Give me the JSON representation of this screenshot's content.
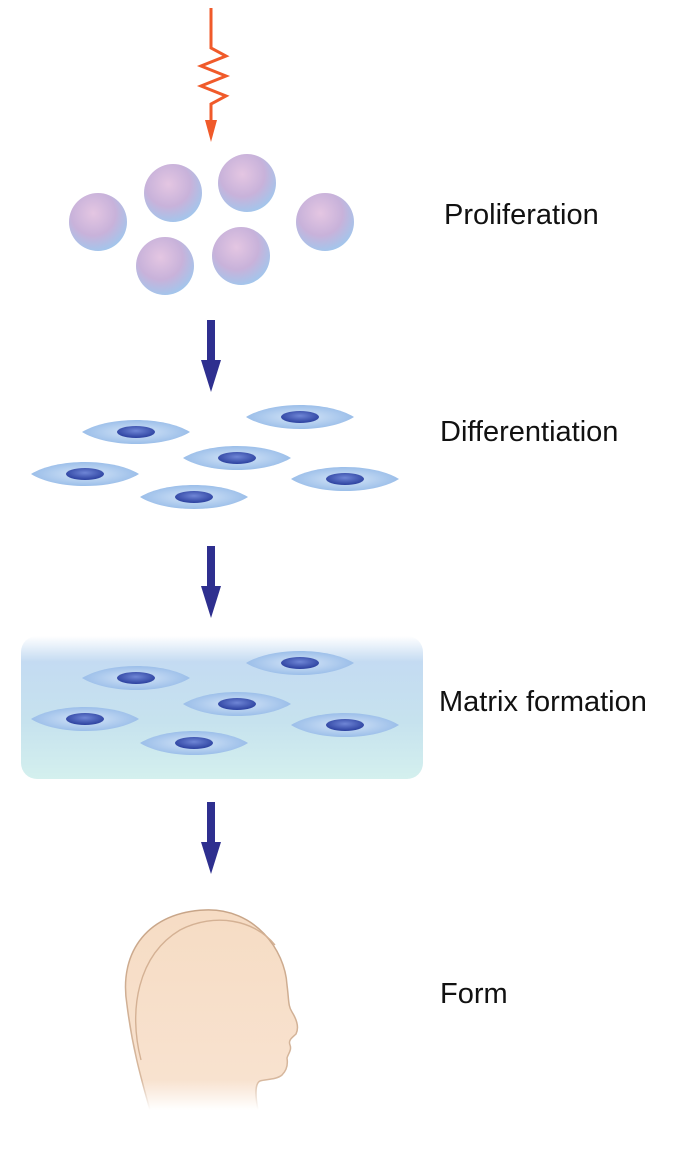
{
  "stages": [
    {
      "label": "Proliferation"
    },
    {
      "label": "Differentiation"
    },
    {
      "label": "Matrix formation"
    },
    {
      "label": "Form"
    }
  ],
  "colors": {
    "stimulus_arrow": "#f05a2a",
    "step_arrow": "#2e2f8f",
    "cell_outer": "#a8c8ee",
    "cell_nucleus": "#2e48b0",
    "sphere_top": "#d6b0d6",
    "sphere_bottom": "#9cc6ec",
    "matrix_top": "#b9d3ef",
    "matrix_bottom": "#cfeef0",
    "head_fill": "#f8dfc8",
    "head_stroke": "#c8a588"
  },
  "icons": [
    "lightning-arrow-icon",
    "down-arrow-icon",
    "sphere-cell-icon",
    "spindle-cell-icon",
    "head-profile-icon"
  ]
}
